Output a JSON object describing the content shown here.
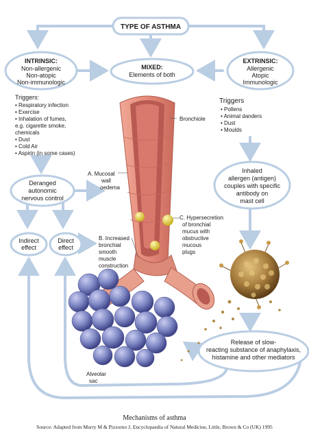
{
  "top": {
    "title": "TYPE OF ASTHMA"
  },
  "intrinsic": {
    "title": "INTRINSIC:",
    "lines": [
      "Non-allergenic",
      "Non-atopic",
      "Non-immunologic"
    ]
  },
  "mixed": {
    "title": "MIXED:",
    "line": "Elements of both"
  },
  "extrinsic": {
    "title": "EXTRINSIC:",
    "lines": [
      "Allergenic",
      "Atopic",
      "Immunologic"
    ]
  },
  "triggers_left": {
    "title": "Triggers:",
    "items": [
      "• Respiratory infection",
      "• Exercise",
      "• Inhalation of fumes,",
      "  e.g. cigarette smoke,",
      "  chemicals",
      "• Dust",
      "• Cold Air",
      "• Aspirin (in some cases)"
    ]
  },
  "triggers_right": {
    "title": "Triggers",
    "items": [
      "• Pollens",
      "• Animal danders",
      "• Dust",
      "• Moulds"
    ]
  },
  "bronchiole_label": "Bronchiole",
  "deranged": {
    "lines": [
      "Deranged",
      "autonomic",
      "nervous control"
    ]
  },
  "indirect": {
    "lines": [
      "Indirect",
      "effect"
    ]
  },
  "direct": {
    "lines": [
      "Direct",
      "effect"
    ]
  },
  "label_a": {
    "lines": [
      "A. Mucosal",
      "wall",
      "oedema"
    ]
  },
  "label_b": {
    "lines": [
      "B. Increased",
      "bronchial",
      "smooth",
      "muscle",
      "construction"
    ]
  },
  "label_c": {
    "lines": [
      "C. Hypersecretion",
      "of bronchial",
      "mucus with",
      "obstructive",
      "mucous",
      "plugs"
    ]
  },
  "inhaled": {
    "lines": [
      "Inhaled",
      "allergen (antigen)",
      "couples with specific",
      "antibody on",
      "mast cell"
    ]
  },
  "release": {
    "lines": [
      "Release of slow-",
      "reacting substance of anaphylaxis,",
      "histamine and other mediators"
    ]
  },
  "alveolar": {
    "lines": [
      "Alveolar",
      "sac"
    ]
  },
  "caption": {
    "title": "Mechanisms of asthma",
    "source": "Source: Adapted from Murry M & Pizzorno J, Encyclopaedia of Natural Medicine, Little, Brown & Co (UK) 1995"
  },
  "colors": {
    "arrow": "#b9cde3",
    "bronchus": "#e58a7a",
    "lumen": "#b85a52",
    "alveoli": "#7f88c4",
    "mast_cell": "#a57a3c",
    "mucus": "#e0d23a"
  },
  "icons": [
    "arrow-icon",
    "bronchiole-illustration",
    "alveolar-sac-illustration",
    "mast-cell-illustration"
  ]
}
